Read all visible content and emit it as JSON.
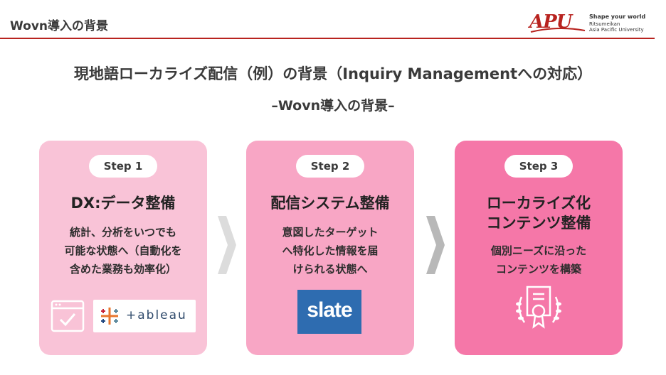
{
  "header": {
    "title": "Wovn導入の背景"
  },
  "logo": {
    "mark": "APU",
    "tagline": "Shape your world",
    "line1": "Ritsumeikan",
    "line2": "Asia Pacific University"
  },
  "main_title": "現地語ローカライズ配信（例）の背景（Inquiry Managementへの対応）",
  "sub_title": "–Wovn導入の背景–",
  "steps": [
    {
      "label": "Step 1",
      "heading": "DX:データ整備",
      "desc": [
        "統計、分析をいつでも",
        "可能な状態へ（自動化を",
        "含めた業務も効率化）"
      ],
      "logo_text": "+ableau"
    },
    {
      "label": "Step 2",
      "heading": "配信システム整備",
      "desc": [
        "意図したターゲット",
        "へ特化した情報を届",
        "けられる状態へ"
      ],
      "logo_text": "slate"
    },
    {
      "label": "Step 3",
      "heading_lines": [
        "ローカライズ化",
        "コンテンツ整備"
      ],
      "desc": [
        "個別ニーズに沿った",
        "コンテンツを構築"
      ]
    }
  ],
  "colors": {
    "accent_red": "#b8231f",
    "step1_bg": "#f9c3d7",
    "step2_bg": "#f8a6c5",
    "step3_bg": "#f577a8",
    "slate_blue": "#2e6cb0"
  },
  "icons": [
    "check-window-icon",
    "tableau-icon",
    "slate-logo",
    "certificate-icon",
    "chevron-right-icon"
  ]
}
